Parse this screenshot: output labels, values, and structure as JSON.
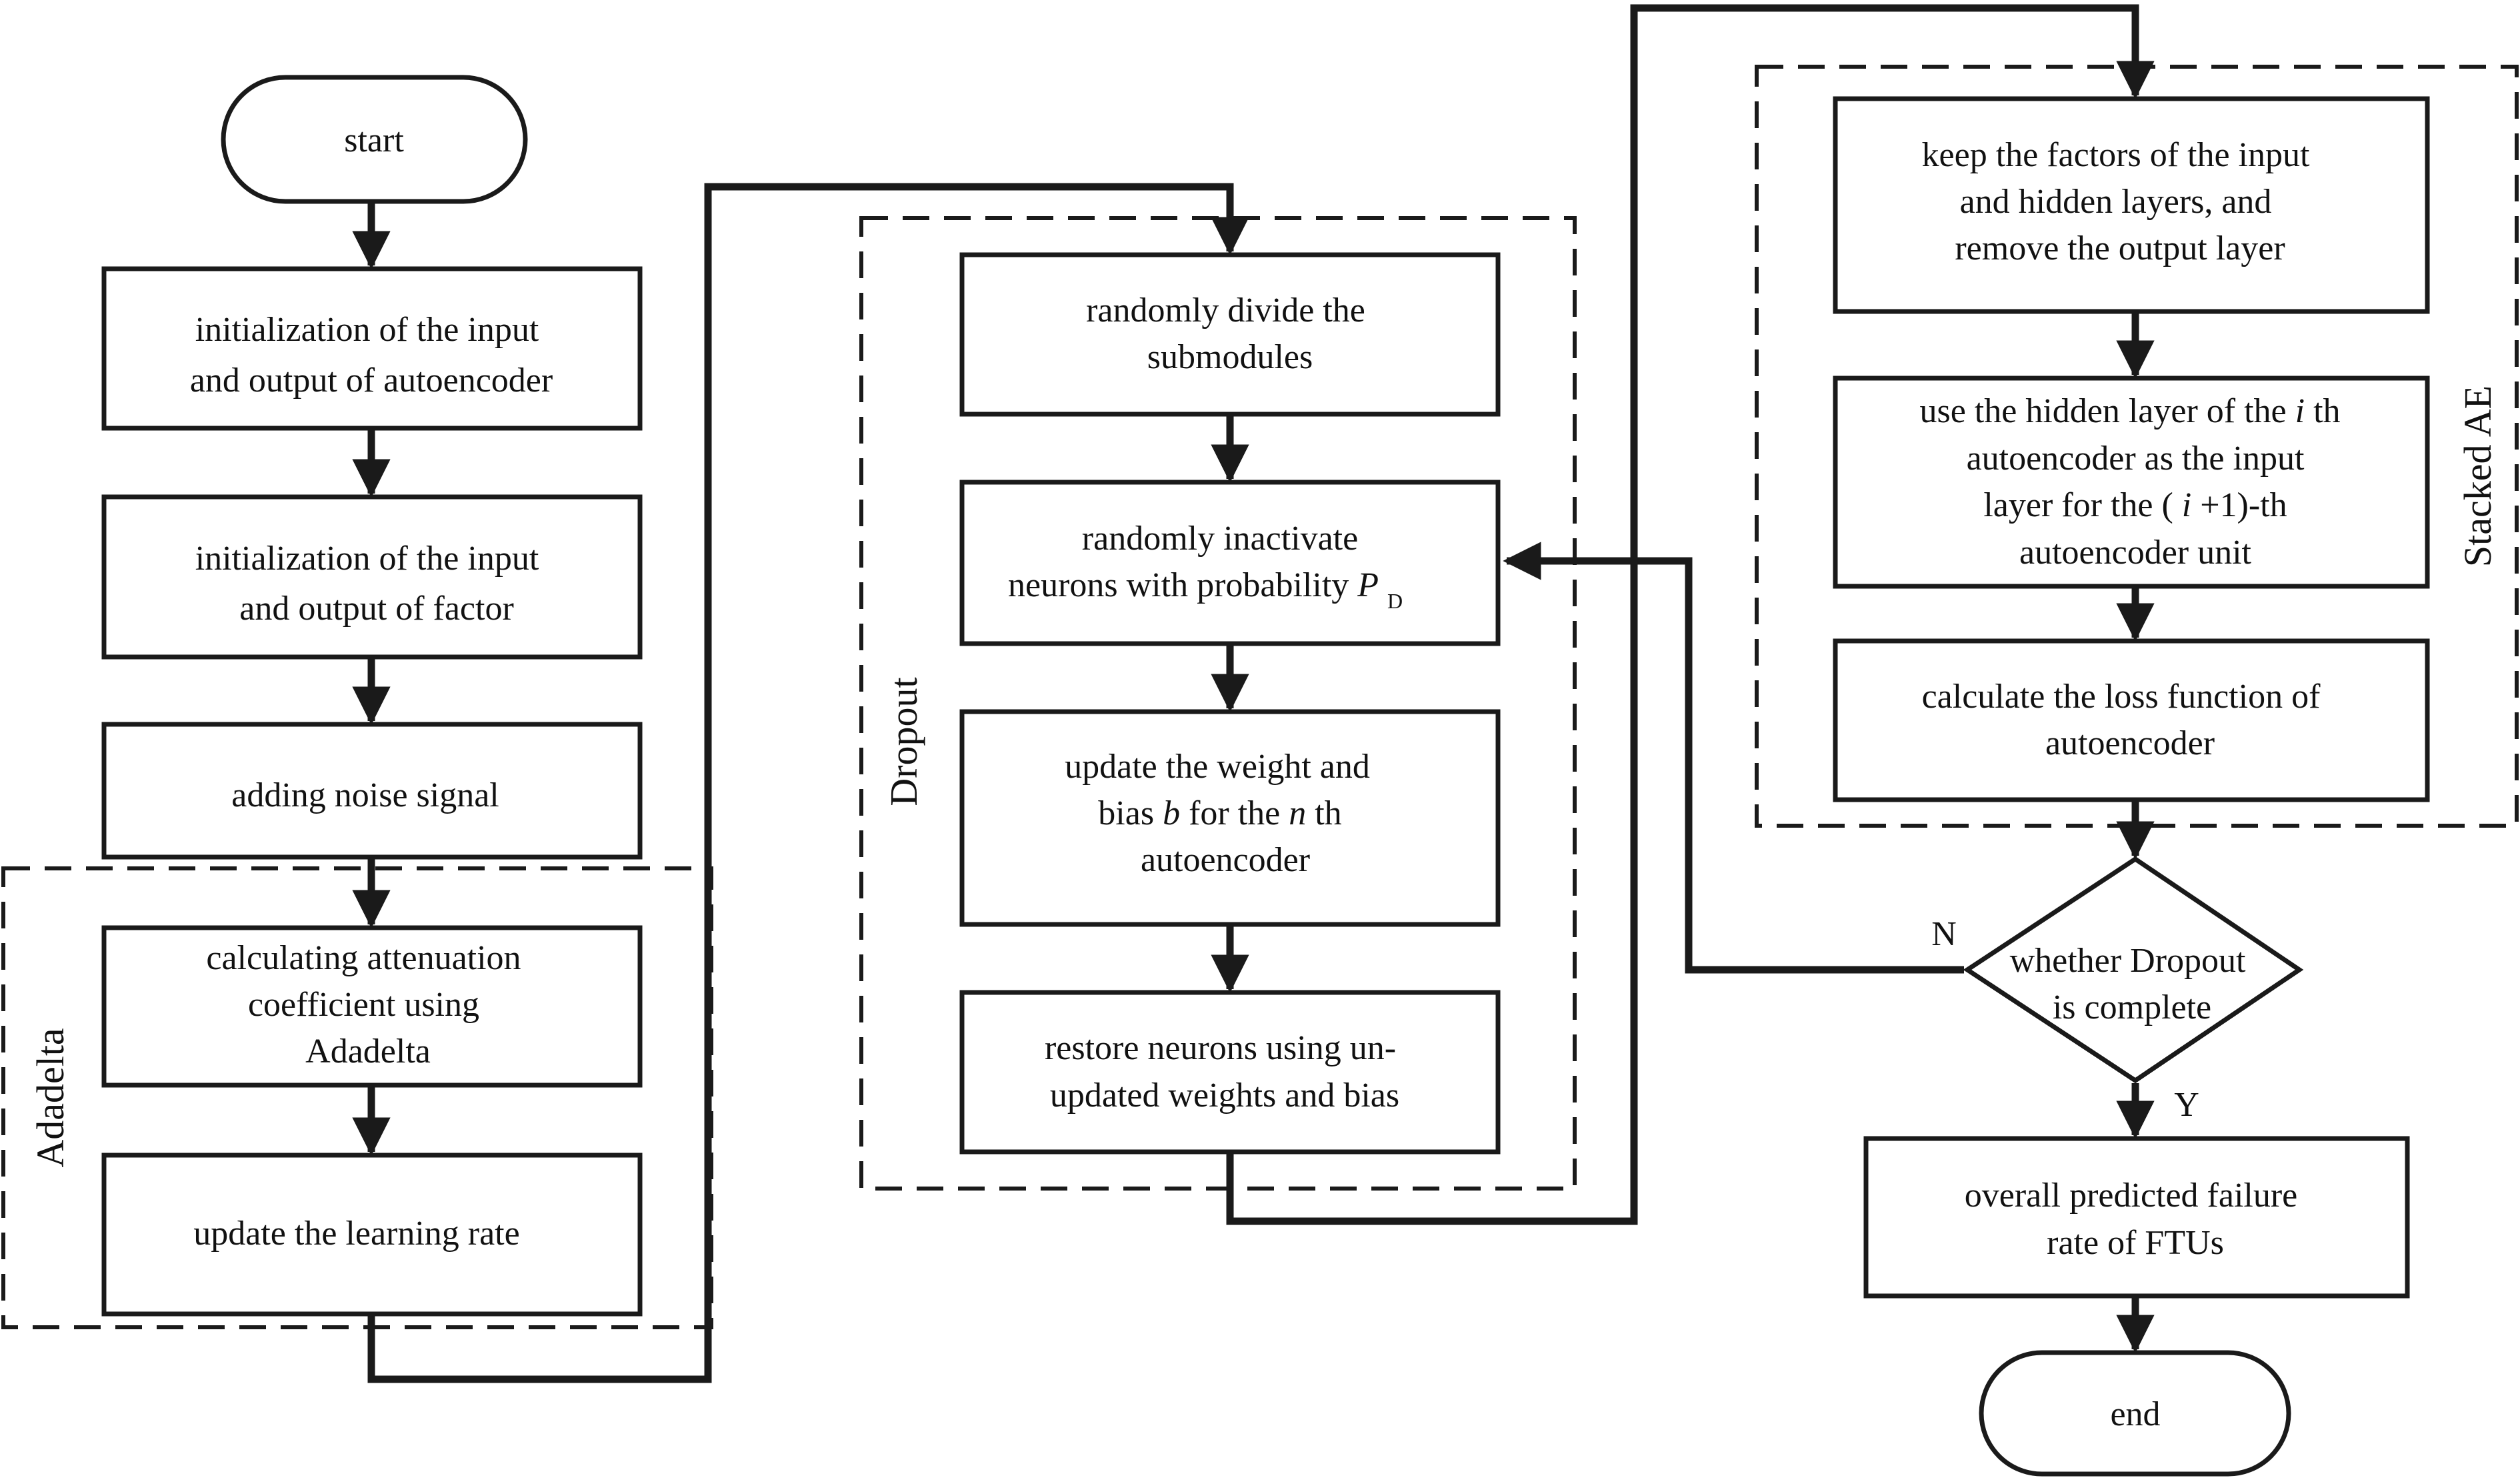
{
  "nodes": {
    "start": "start",
    "init_autoencoder": [
      "initialization of the input",
      "and output of autoencoder"
    ],
    "init_factor": [
      "initialization of the input",
      "and output of factor"
    ],
    "add_noise": [
      "adding noise signal"
    ],
    "calc_attenuation": [
      "calculating attenuation",
      "coefficient using",
      "Adadelta"
    ],
    "update_lr": [
      "update the learning rate"
    ],
    "divide_submodules": [
      "randomly divide the",
      "submodules"
    ],
    "inactivate_prefix": "neurons with probability ",
    "inactivate_first": "randomly inactivate",
    "inactivate_symbol": "P",
    "inactivate_subscript": "D",
    "update_weight": {
      "line1": "update the weight  and",
      "line2_a": "bias ",
      "line2_b": "b",
      "line2_c": " for the ",
      "line2_d": "n",
      "line2_e": "th",
      "line3": "autoencoder"
    },
    "restore_neurons": [
      "restore neurons using un-",
      "updated weights and bias"
    ],
    "keep_factors": [
      "keep the factors of the input",
      "and hidden layers, and",
      "remove the output layer"
    ],
    "hidden_layer": {
      "line1_a": "use the hidden layer of the ",
      "line1_b": "i",
      "line1_c": "th",
      "line2": "autoencoder as the input",
      "line3_a": "layer for the (",
      "line3_b": "i",
      "line3_c": "+1)-th",
      "line4": "autoencoder unit"
    },
    "loss_function": [
      "calculate the loss function of",
      "autoencoder"
    ],
    "decision": [
      "whether Dropout",
      "is complete"
    ],
    "overall_rate": [
      "overall predicted failure",
      "rate of FTUs"
    ],
    "end": "end"
  },
  "groups": {
    "adadelta": "Adadelta",
    "dropout": "Dropout",
    "stacked_ae": "Stacked AE"
  },
  "branch_labels": {
    "no": "N",
    "yes": "Y"
  }
}
